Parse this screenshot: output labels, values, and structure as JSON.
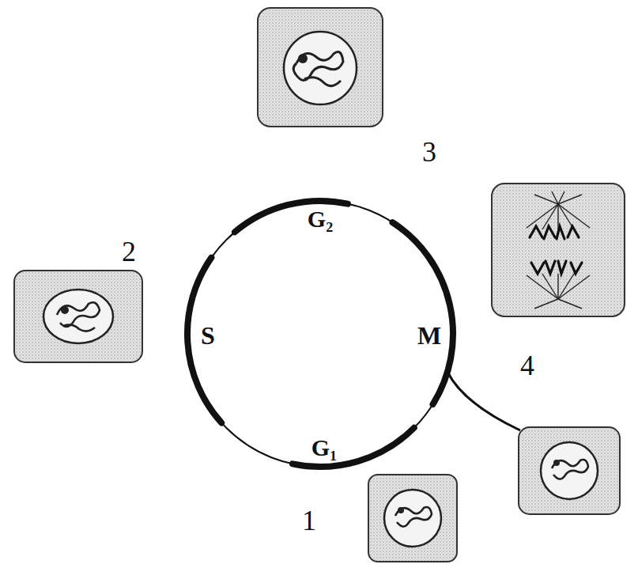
{
  "diagram": {
    "labels": [
      "3",
      "G₂",
      "2",
      "S",
      "M",
      "4",
      "G₁",
      "1"
    ]
  }
}
